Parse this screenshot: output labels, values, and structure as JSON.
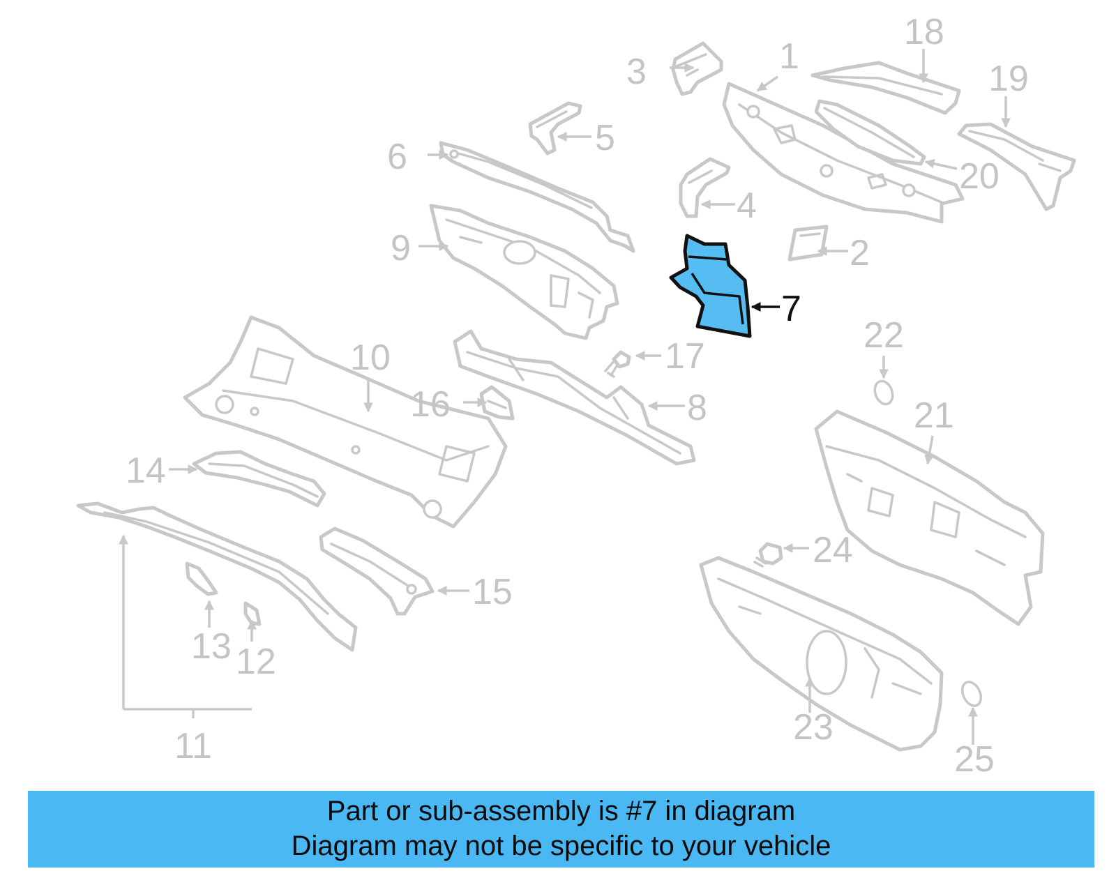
{
  "callouts": {
    "c1": "1",
    "c2": "2",
    "c3": "3",
    "c4": "4",
    "c5": "5",
    "c6": "6",
    "c7": "7",
    "c8": "8",
    "c9": "9",
    "c10": "10",
    "c11": "11",
    "c12": "12",
    "c13": "13",
    "c14": "14",
    "c15": "15",
    "c16": "16",
    "c17": "17",
    "c18": "18",
    "c19": "19",
    "c20": "20",
    "c21": "21",
    "c22": "22",
    "c23": "23",
    "c24": "24",
    "c25": "25"
  },
  "highlighted_part": "7",
  "colors": {
    "highlight_fill": "#55bdf2",
    "banner_bg": "#4ab8f2",
    "part_outline": "#c8c8c8"
  },
  "banner": {
    "line1": "Part or sub-assembly is #7 in diagram",
    "line2": "Diagram may not be specific to your vehicle"
  }
}
